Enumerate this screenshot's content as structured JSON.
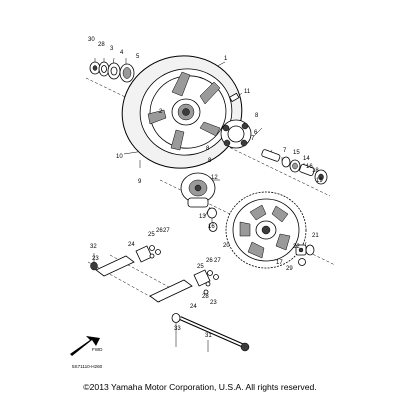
{
  "diagram": {
    "callouts": {
      "c1": "1",
      "c2": "2",
      "c3": "3",
      "c4": "4",
      "c5": "5",
      "c6": "6",
      "c7": "7",
      "c8a": "8",
      "c8b": "8",
      "c8c": "8",
      "c9": "9",
      "c10": "10",
      "c11": "11",
      "c12": "12",
      "c13": "13",
      "c14": "14",
      "c15": "15",
      "c16": "16",
      "c17": "17",
      "c18": "18",
      "c19": "19",
      "c20": "20",
      "c21": "21",
      "c22": "22",
      "c23": "23",
      "c24a": "24",
      "c24b": "24",
      "c25a": "25",
      "c25b": "25",
      "c26": "26",
      "c27a": "27",
      "c27b": "27",
      "c28": "28",
      "c29": "29",
      "c30": "30",
      "c31": "31",
      "c32": "32",
      "c33": "33"
    },
    "front_label": "FWD",
    "figure_code": "5S71110-H260"
  },
  "footer": {
    "copyright": "©2013 Yamaha Motor Corporation, U.S.A. All rights reserved."
  }
}
